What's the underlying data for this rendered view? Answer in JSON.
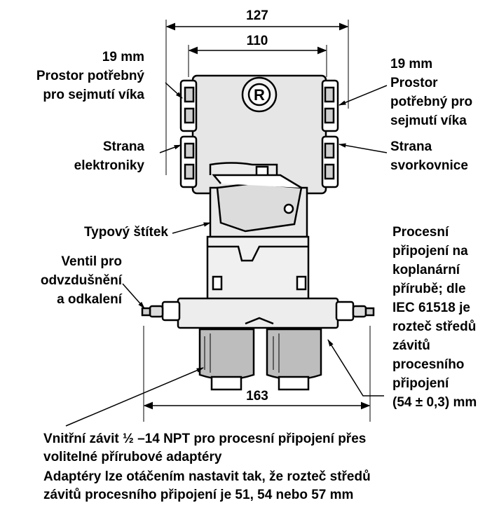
{
  "dimensions": {
    "overall_width": "127",
    "housing_width": "110",
    "flange_width": "163"
  },
  "labels": {
    "left_clearance": [
      "19 mm",
      "Prostor potřebný",
      "pro sejmutí víka"
    ],
    "right_clearance": [
      "19 mm",
      "Prostor",
      "potřebný pro",
      "sejmutí víka"
    ],
    "electronics_side": [
      "Strana",
      "elektroniky"
    ],
    "terminal_side": [
      "Strana",
      "svorkovnice"
    ],
    "nameplate": "Typový štítek",
    "drain_vent": [
      "Ventil pro",
      "odvzdušnění",
      "a odkalení"
    ],
    "process_connection": [
      "Procesní",
      "připojení na",
      "koplanární",
      "přírubě; dle",
      "IEC 61518 je",
      "rozteč středů",
      "závitů",
      "procesního",
      "připojení",
      "(54 ± 0,3) mm"
    ]
  },
  "bottom_note": [
    "Vnitřní závit ½ –14 NPT pro procesní připojení přes",
    "volitelné přírubové adaptéry",
    "Adaptéry lze otáčením nastavit tak, že rozteč středů",
    "závitů procesního připojení je 51, 54 nebo 57 mm"
  ],
  "logo_letter": "R"
}
